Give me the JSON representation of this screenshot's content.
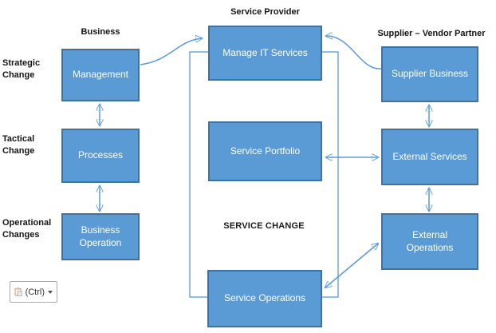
{
  "diagram": {
    "columns": [
      {
        "heading": "Business",
        "boxes": [
          {
            "label": "Management"
          },
          {
            "label": "Processes"
          },
          {
            "label": "Business Operation"
          }
        ]
      },
      {
        "heading": "Service Provider",
        "boxes": [
          {
            "label": "Manage IT Services"
          },
          {
            "label": "Service Portfolio"
          },
          {
            "label": "Service Operations"
          }
        ]
      },
      {
        "heading": "Supplier – Vendor Partner",
        "boxes": [
          {
            "label": "Supplier Business"
          },
          {
            "label": "External Services"
          },
          {
            "label": "External Operations"
          }
        ]
      }
    ],
    "row_labels": [
      {
        "label": "Strategic Change"
      },
      {
        "label": "Tactical Change"
      },
      {
        "label": "Operational Changes"
      }
    ],
    "service_change_label": "SERVICE CHANGE",
    "colors": {
      "box_fill": "#5B9BD5",
      "box_border": "#41719C",
      "connector": "#5B9BD5",
      "text_on_box": "#FFFFFF",
      "label_text": "#151515"
    },
    "paste_button": {
      "label": "(Ctrl)",
      "icon": "paste-options-clipboard-icon"
    }
  }
}
